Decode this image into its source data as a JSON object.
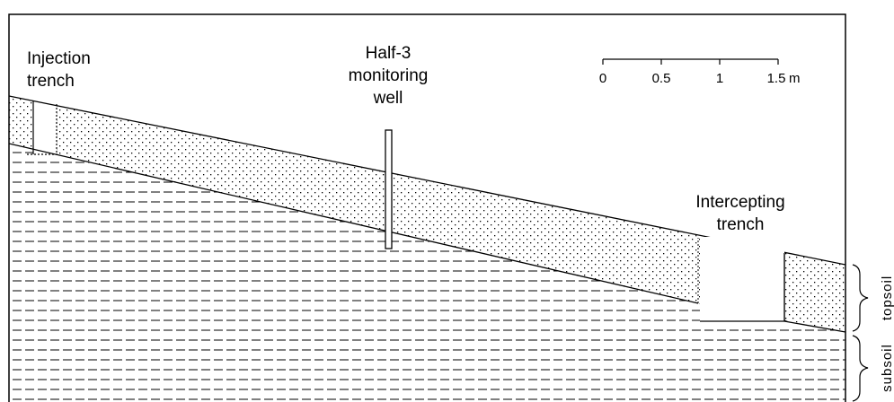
{
  "labels": {
    "injection_line1": "Injection",
    "injection_line2": "trench",
    "well_line1": "Half-3",
    "well_line2": "monitoring",
    "well_line3": "well",
    "intercept_line1": "Intercepting",
    "intercept_line2": "trench",
    "topsoil": "topsoil",
    "subsoil": "subsoil"
  },
  "scale_bar": {
    "ticks": [
      "0",
      "0.5",
      "1",
      "1.5"
    ],
    "unit": "m"
  },
  "colors": {
    "line": "#000000",
    "background": "#ffffff"
  }
}
